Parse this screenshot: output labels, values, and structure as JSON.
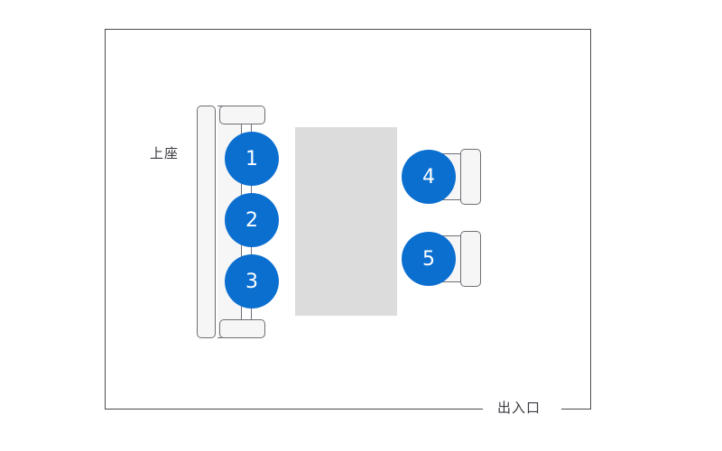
{
  "diagram": {
    "type": "seating-chart",
    "room": {
      "outline_color": "#4a4a52",
      "entrance_gap": true
    },
    "labels": {
      "kamiza": "上座",
      "entrance": "出入口"
    },
    "table": {
      "name": "table",
      "color": "#dcdcdc"
    },
    "furniture": {
      "fill": "#f6f6f6",
      "stroke": "#6e6e76"
    },
    "seat_color": "#0b6fd0",
    "seats": [
      {
        "number": "1",
        "group": "sofa",
        "position": "left-top"
      },
      {
        "number": "2",
        "group": "sofa",
        "position": "left-middle"
      },
      {
        "number": "3",
        "group": "sofa",
        "position": "left-bottom"
      },
      {
        "number": "4",
        "group": "chair",
        "position": "right-top"
      },
      {
        "number": "5",
        "group": "chair",
        "position": "right-bottom"
      }
    ]
  }
}
